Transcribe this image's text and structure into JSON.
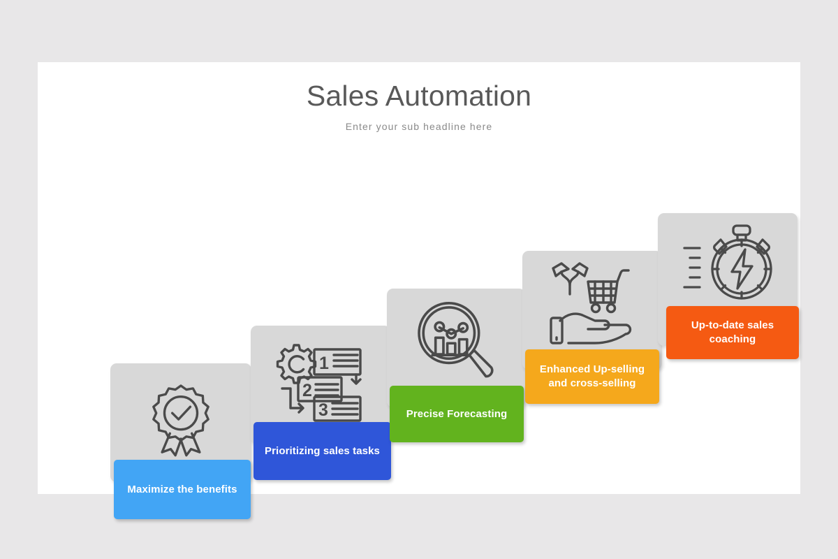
{
  "slide": {
    "background_color": "#ffffff",
    "page_background_color": "#e8e7e8"
  },
  "header": {
    "title": "Sales Automation",
    "subtitle": "Enter your sub headline here",
    "title_color": "#595959",
    "subtitle_color": "#8a8a8a"
  },
  "panel_color": "#d8d8d8",
  "steps": [
    {
      "index": "1",
      "label": "Maximize the benefits",
      "color": "#42a5f5",
      "icon": "award-badge-icon"
    },
    {
      "index": "2",
      "label": "Prioritizing sales tasks",
      "color": "#2f56d9",
      "icon": "gear-task-list-icon"
    },
    {
      "index": "3",
      "label": "Precise Forecasting",
      "color": "#62b31e",
      "icon": "magnifier-bar-chart-icon"
    },
    {
      "index": "4",
      "label": "Enhanced Up-selling and cross-selling",
      "color": "#f5a81c",
      "icon": "hand-shopping-cart-icon"
    },
    {
      "index": "5",
      "label": "Up-to-date sales coaching",
      "color": "#f55a12",
      "icon": "stopwatch-lightning-icon"
    }
  ]
}
